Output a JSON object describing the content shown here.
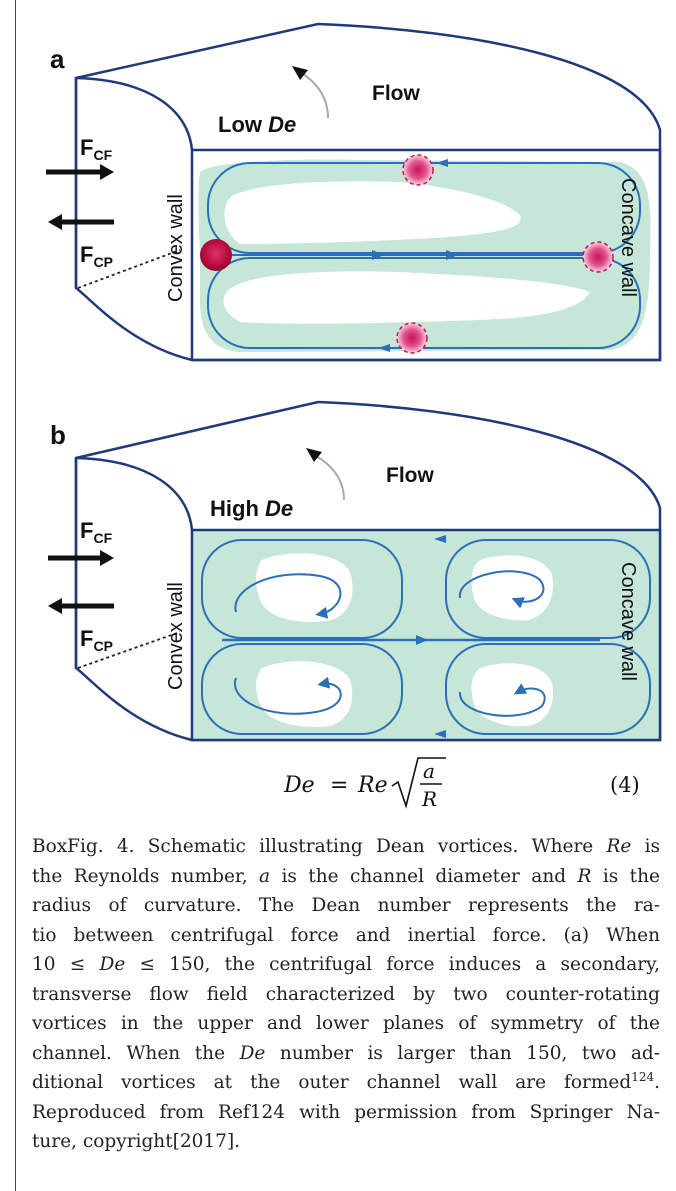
{
  "panel_a": {
    "label": "a",
    "flow": "Flow",
    "regime_prefix": "Low ",
    "regime_de": "De",
    "f_cf_main": "F",
    "f_cf_sub": "CF",
    "f_cp_main": "F",
    "f_cp_sub": "CP",
    "convex_wall": "Convex wall",
    "concave_wall": "Concave wall"
  },
  "panel_b": {
    "label": "b",
    "flow": "Flow",
    "regime_prefix": "High ",
    "regime_de": "De",
    "f_cf_main": "F",
    "f_cf_sub": "CF",
    "f_cp_main": "F",
    "f_cp_sub": "CP",
    "convex_wall": "Convex wall",
    "concave_wall": "Concave wall"
  },
  "equation": {
    "lhs": "De",
    "equals": "=",
    "re": "Re",
    "numerator": "a",
    "denominator": "R",
    "number": "(4)"
  },
  "caption": {
    "line1": "BoxFig. 4. Schematic illustrating Dean vortices. Where Re is",
    "line2": "the Reynolds number, a is the channel diameter and R is the",
    "line3": "radius of curvature.  The Dean number represents the ra-",
    "line4": "tio between centrifugal force and inertial force. (a) When",
    "line5": "10 ≤ De ≤ 150, the centrifugal force induces a secondary,",
    "line6": "transverse flow field characterized by two counter-rotating",
    "line7": "vortices in the upper and lower planes of symmetry of the",
    "line8": "channel.  When the De number is larger than 150, two ad-",
    "line9a": "ditional vortices at the outer channel wall are formed",
    "line9sup": "124",
    "line9b": ".",
    "line10": "Reproduced from Ref124 with permission from Springer Na-",
    "line11": "ture, copyright[2017]."
  },
  "colors": {
    "outline": "#1f3a7a",
    "vortex_line": "#2a6fb8",
    "fill": "#c6e6d8",
    "particle": "#c8145a"
  }
}
